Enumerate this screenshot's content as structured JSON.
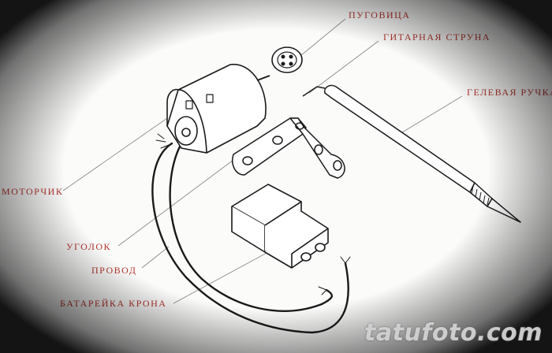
{
  "labels": {
    "button": "ПУГОВИЦА",
    "string": "ГИТАРНАЯ СТРУНА",
    "pen": "ГЕЛЕВАЯ РУЧКА",
    "motor": "МОТОРЧИК",
    "bracket": "УГОЛОК",
    "wire": "ПРОВОД",
    "battery": "БАТАРЕЙКА КРОНА"
  },
  "watermark": "tatufoto.com",
  "colors": {
    "label": "#b3362e",
    "ink": "#1a1a1a",
    "leader": "#8a8a8a"
  }
}
